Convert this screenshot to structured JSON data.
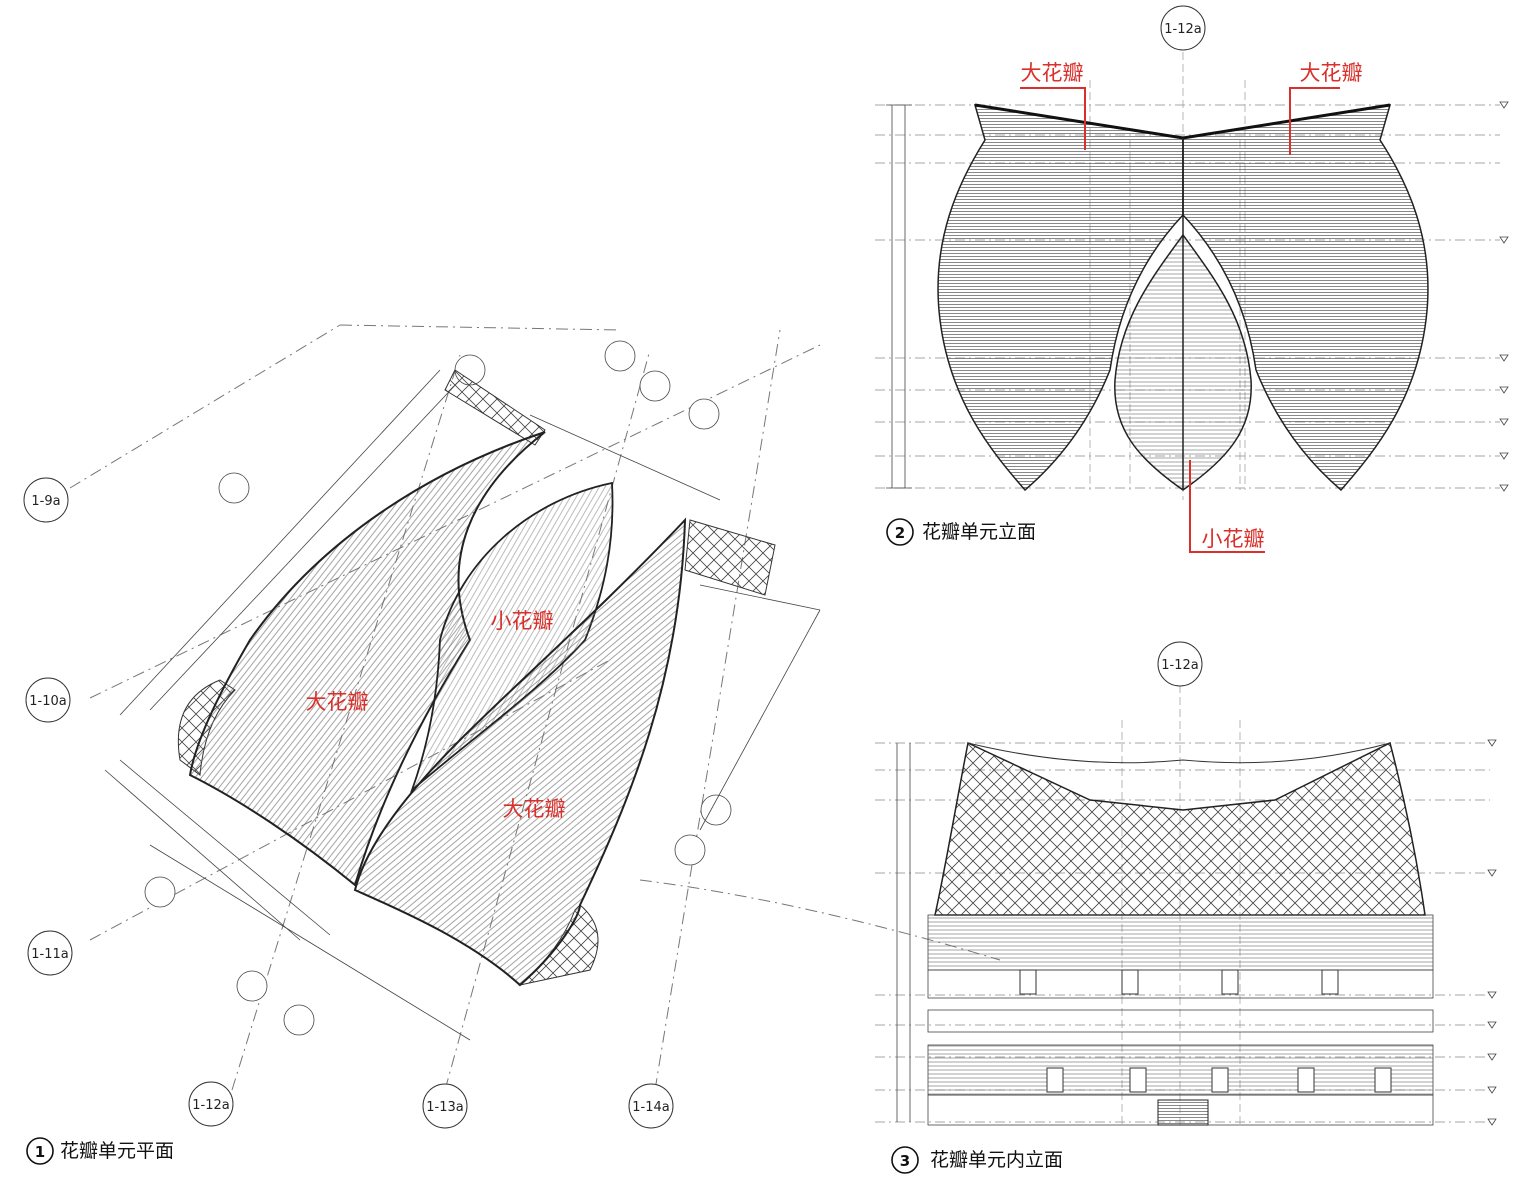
{
  "drawing1": {
    "number": "1",
    "title": "花瓣单元平面",
    "grid_labels": [
      "1-9a",
      "1-10a",
      "1-11a",
      "1-12a",
      "1-13a",
      "1-14a"
    ],
    "labels": {
      "small_petal": "小花瓣",
      "large_petal_left": "大花瓣",
      "large_petal_right": "大花瓣"
    }
  },
  "drawing2": {
    "number": "2",
    "title": "花瓣单元立面",
    "grid_label": "1-12a",
    "labels": {
      "large_petal_left": "大花瓣",
      "large_petal_right": "大花瓣",
      "small_petal": "小花瓣"
    }
  },
  "drawing3": {
    "number": "3",
    "title": "花瓣单元内立面",
    "grid_label": "1-12a"
  },
  "colors": {
    "line": "#222222",
    "accent": "#d9302b",
    "hatch": "#555555"
  }
}
